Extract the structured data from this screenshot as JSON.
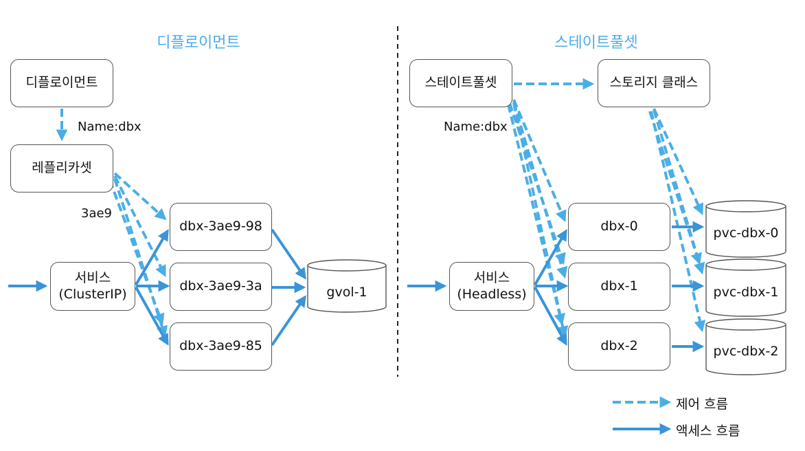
{
  "left": {
    "title": "디플로이먼트",
    "deployment": "디플로이먼트",
    "name_label": "Name:dbx",
    "replicaset": "레플리카셋",
    "hash_label": "3ae9",
    "service_line1": "서비스",
    "service_line2": "(ClusterIP)",
    "pods": [
      "dbx-3ae9-98",
      "dbx-3ae9-3a",
      "dbx-3ae9-85"
    ],
    "volume": "gvol-1"
  },
  "right": {
    "title": "스테이트풀셋",
    "statefulset": "스테이트풀셋",
    "name_label": "Name:dbx",
    "storage_class": "스토리지 클래스",
    "service_line1": "서비스",
    "service_line2": "(Headless)",
    "pods": [
      "dbx-0",
      "dbx-1",
      "dbx-2"
    ],
    "volumes": [
      "pvc-dbx-0",
      "pvc-dbx-1",
      "pvc-dbx-2"
    ]
  },
  "legend": {
    "control_flow": "제어 흐름",
    "access_flow": "액세스 흐름"
  },
  "colors": {
    "control": "#4aaee6",
    "access": "#3a94d8",
    "divider": "#222222"
  }
}
